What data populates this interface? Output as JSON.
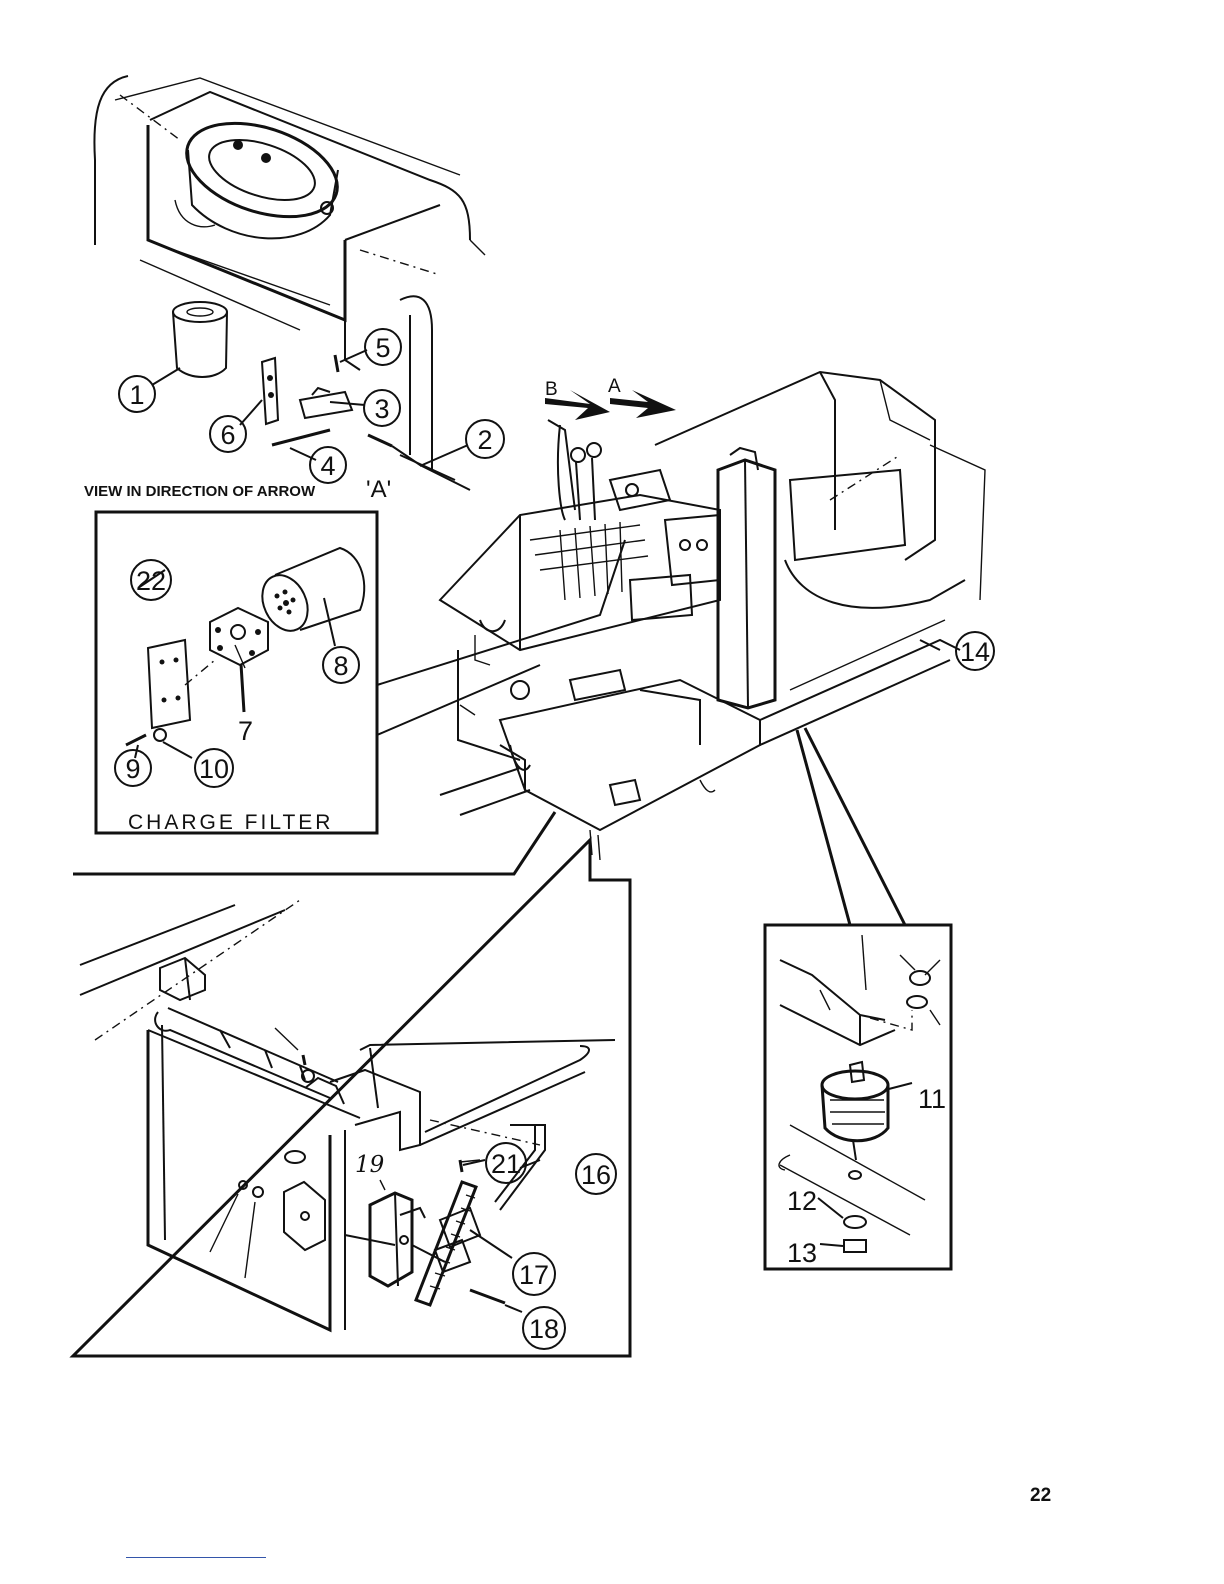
{
  "figure": {
    "view_caption_prefix": "VIEW IN DIRECTION OF ARROW",
    "view_caption_arrow": "'A'",
    "charge_filter_caption": "CHARGE FILTER",
    "arrow_labels": [
      "B",
      "A"
    ],
    "handwritten_label": "19",
    "callouts": [
      {
        "id": "c1",
        "label": "1"
      },
      {
        "id": "c2",
        "label": "2"
      },
      {
        "id": "c3",
        "label": "3"
      },
      {
        "id": "c4",
        "label": "4"
      },
      {
        "id": "c5",
        "label": "5"
      },
      {
        "id": "c6",
        "label": "6"
      },
      {
        "id": "c8",
        "label": "8"
      },
      {
        "id": "c9",
        "label": "9"
      },
      {
        "id": "c10",
        "label": "10"
      },
      {
        "id": "c14",
        "label": "14"
      },
      {
        "id": "c16",
        "label": "16"
      },
      {
        "id": "c17",
        "label": "17"
      },
      {
        "id": "c18",
        "label": "18"
      },
      {
        "id": "c21",
        "label": "21"
      },
      {
        "id": "c22",
        "label": "22"
      }
    ],
    "plain_labels": [
      {
        "id": "p7",
        "label": "7"
      },
      {
        "id": "p11",
        "label": "11"
      },
      {
        "id": "p12",
        "label": "12"
      },
      {
        "id": "p13",
        "label": "13"
      }
    ]
  },
  "page": {
    "number": "22"
  }
}
